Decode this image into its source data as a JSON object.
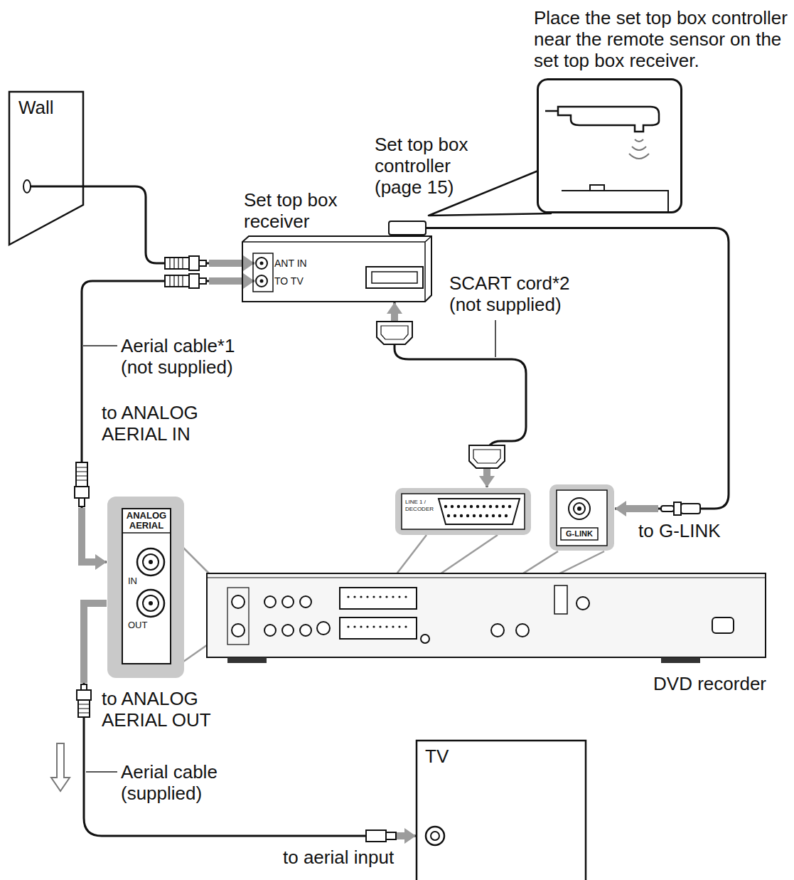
{
  "diagram": {
    "nodes": [
      {
        "text": [
          "Wall"
        ]
      },
      {
        "text": [
          "Set top box receiver"
        ]
      },
      {
        "text": [
          "ANT IN"
        ],
        "in": 1
      },
      {
        "text": [
          "TO TV"
        ],
        "in": 1
      },
      {
        "text": [
          "Set top box controller (page 15)"
        ]
      },
      {
        "text": [
          "Place the set top box controller near the remote sensor on the set top box receiver."
        ]
      },
      {
        "text": [
          "DVD recorder"
        ]
      },
      {
        "text": [
          "ANALOG AERIAL",
          "IN",
          "OUT"
        ]
      },
      {
        "text": [
          "LINE 1 / DECODER"
        ]
      },
      {
        "text": [
          "G-LINK"
        ]
      },
      {
        "text": [
          "TV"
        ]
      }
    ],
    "edges": [
      {
        "from": 0,
        "to": 2,
        "arrow": "to"
      },
      {
        "from": 3,
        "to": 7,
        "arrow": "both"
      },
      {
        "from": 1,
        "to": 8,
        "arrow": "both"
      },
      {
        "from": 4,
        "to": 9,
        "arrow": "to"
      },
      {
        "from": 7,
        "to": 10,
        "arrow": "to"
      }
    ],
    "labels": [
      "Aerial cable*1 (not supplied)",
      "to ANALOG AERIAL IN",
      "SCART cord*2 (not supplied)",
      "to G-LINK",
      "to ANALOG AERIAL OUT",
      "Aerial cable (supplied)",
      "to aerial input"
    ]
  }
}
